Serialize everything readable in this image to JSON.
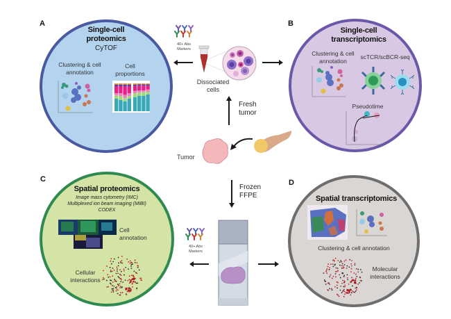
{
  "panels": {
    "A": {
      "letter": "A",
      "title_line1": "Single-cell",
      "title_line2": "proteomics",
      "subtitle": "CyTOF",
      "item1_line1": "Clustering & cell",
      "item1_line2": "annotation",
      "item2_line1": "Cell",
      "item2_line2": "proportions",
      "fill": "#b3d3ee",
      "stroke": "#4a5aa0"
    },
    "B": {
      "letter": "B",
      "title_line1": "Single-cell",
      "title_line2": "transcriptomics",
      "item1_line1": "Clustering & cell",
      "item1_line2": "annotation",
      "item2": "scTCR/scBCR-seq",
      "item3": "Pseudotime",
      "fill": "#d9c8e4",
      "stroke": "#6a58a8"
    },
    "C": {
      "letter": "C",
      "title": "Spatial proteomics",
      "methods": [
        "Image mass cytometry (IMC)",
        "Multiplexed ion beam imaging (MIBI)",
        "CODEX"
      ],
      "item1_line1": "Cell",
      "item1_line2": "annotation",
      "item2_line1": "Cellular",
      "item2_line2": "interactions",
      "fill": "#d4e3a6",
      "stroke": "#2e8a4e"
    },
    "D": {
      "letter": "D",
      "title": "Spatial transcriptomics",
      "item1": "Clustering & cell annotation",
      "item2_line1": "Molecular",
      "item2_line2": "interactions",
      "fill": "#d9d6d3",
      "stroke": "#6e6e6e"
    }
  },
  "center": {
    "abs_markers_line1": "40+ Abs",
    "abs_markers_line2": "Markers",
    "dissociated_line1": "Dissociated",
    "dissociated_line2": "cells",
    "fresh_line1": "Fresh",
    "fresh_line2": "tumor",
    "tumor": "Tumor",
    "frozen_line1": "Frozen",
    "frozen_line2": "FFPE"
  },
  "colors": {
    "arrow": "#1a1a1a",
    "tumor": "#f4b8bb",
    "pancreas": "#d9a98a",
    "tube": "#c0392b"
  }
}
